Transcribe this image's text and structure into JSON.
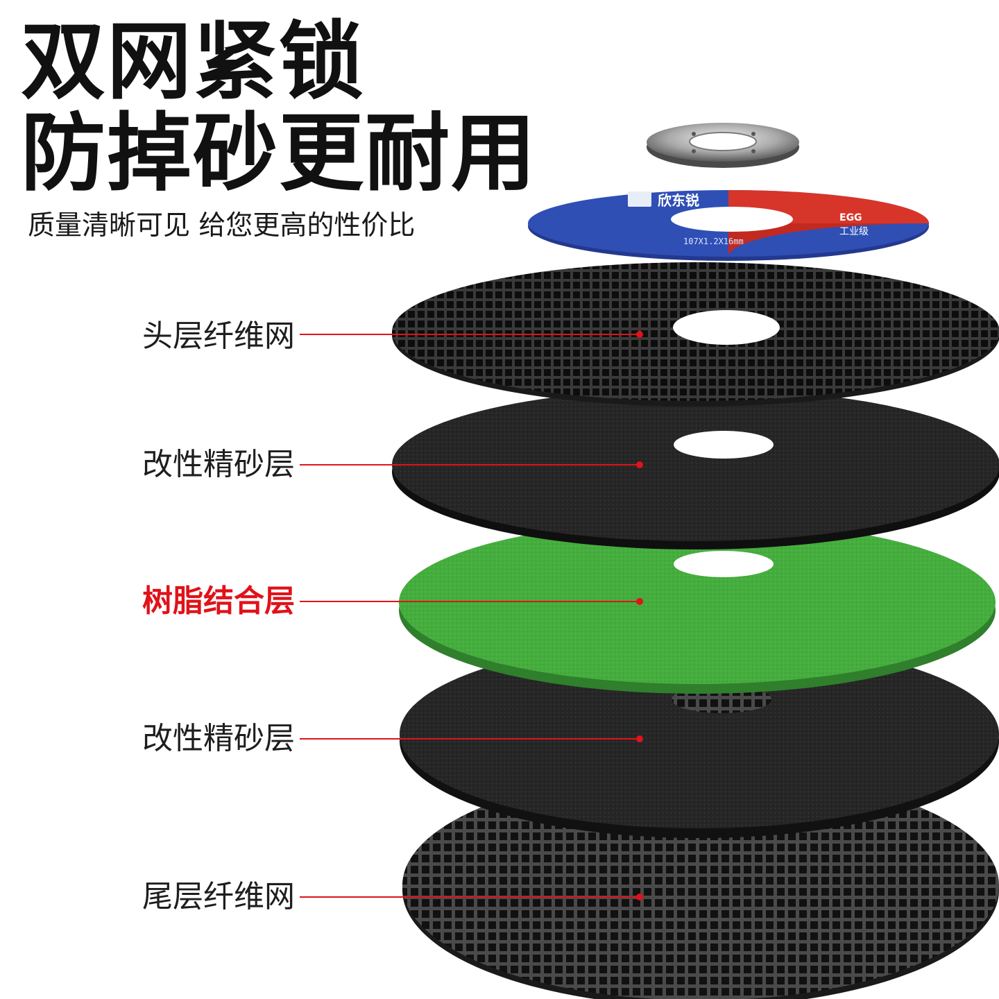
{
  "headline": {
    "line1": "双网紧锁",
    "line2": "防掉砂更耐用"
  },
  "subtitle": "质量清晰可见 给您更高的性价比",
  "layers": [
    {
      "id": "top-fiber-mesh",
      "label": "头层纤维网",
      "highlight": false
    },
    {
      "id": "upper-abrasive",
      "label": "改性精砂层",
      "highlight": false
    },
    {
      "id": "resin-bond",
      "label": "树脂结合层",
      "highlight": true
    },
    {
      "id": "lower-abrasive",
      "label": "改性精砂层",
      "highlight": false
    },
    {
      "id": "bottom-fiber-mesh",
      "label": "尾层纤维网",
      "highlight": false
    }
  ],
  "disc_label": {
    "brand": "欣东锐",
    "spec": "107X1.2X16mm",
    "grade": "工业级",
    "badge": "EGG"
  },
  "colors": {
    "accent_red": "#e0121a",
    "abrasive_black": "#232323",
    "resin_green": "#3fa83a",
    "label_blue": "#2f4fb5"
  }
}
